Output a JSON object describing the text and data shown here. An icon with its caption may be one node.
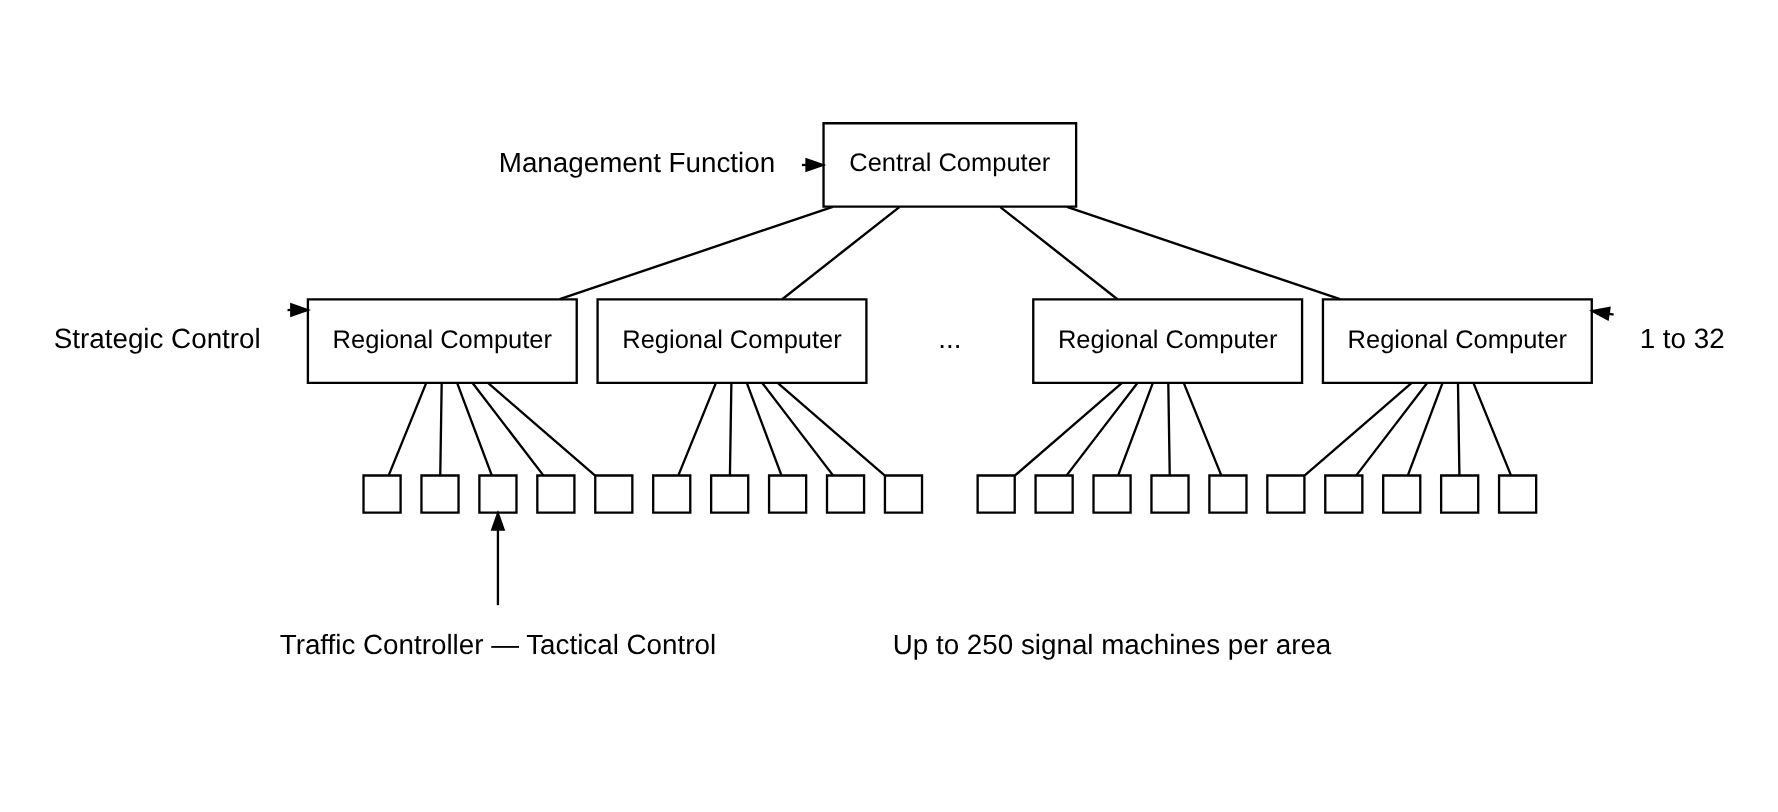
{
  "diagram": {
    "nodes": [
      {
        "text": [
          "Management Function"
        ]
      },
      {
        "text": [
          "Central Computer"
        ]
      },
      {
        "text": [
          "Strategic Control"
        ]
      },
      {
        "text": [
          "Regional Computer"
        ]
      },
      {
        "text": [
          "Regional Computer"
        ]
      },
      {
        "text": [
          "Regional Computer"
        ]
      },
      {
        "text": [
          "Regional Computer"
        ]
      },
      {
        "text": [
          "1 to 32"
        ]
      },
      {
        "text": [],
        "shape": "box"
      },
      {
        "text": [],
        "shape": "box"
      },
      {
        "text": [],
        "shape": "box"
      },
      {
        "text": [],
        "shape": "box"
      },
      {
        "text": [],
        "shape": "box"
      },
      {
        "text": [],
        "shape": "box"
      },
      {
        "text": [],
        "shape": "box"
      },
      {
        "text": [],
        "shape": "box"
      },
      {
        "text": [],
        "shape": "box"
      },
      {
        "text": [],
        "shape": "box"
      },
      {
        "text": [],
        "shape": "box"
      },
      {
        "text": [],
        "shape": "box"
      },
      {
        "text": [],
        "shape": "box"
      },
      {
        "text": [],
        "shape": "box"
      },
      {
        "text": [],
        "shape": "box"
      },
      {
        "text": [],
        "shape": "box"
      },
      {
        "text": [],
        "shape": "box"
      },
      {
        "text": [],
        "shape": "box"
      },
      {
        "text": [],
        "shape": "box"
      },
      {
        "text": [],
        "shape": "box"
      },
      {
        "text": [
          "Traffic Controller — Tactical Control"
        ]
      }
    ],
    "edges": [
      {
        "from": 0,
        "to": 1,
        "arrow": "to"
      },
      {
        "from": 1,
        "to": 3,
        "arrow": "none"
      },
      {
        "from": 1,
        "to": 4,
        "arrow": "none"
      },
      {
        "from": 1,
        "to": 5,
        "arrow": "none"
      },
      {
        "from": 1,
        "to": 6,
        "arrow": "none"
      },
      {
        "from": 2,
        "to": 3,
        "arrow": "to"
      },
      {
        "from": 7,
        "to": 6,
        "arrow": "to"
      },
      {
        "from": 3,
        "to": 8,
        "arrow": "none"
      },
      {
        "from": 3,
        "to": 9,
        "arrow": "none"
      },
      {
        "from": 3,
        "to": 10,
        "arrow": "none"
      },
      {
        "from": 3,
        "to": 11,
        "arrow": "none"
      },
      {
        "from": 3,
        "to": 12,
        "arrow": "none"
      },
      {
        "from": 4,
        "to": 13,
        "arrow": "none"
      },
      {
        "from": 4,
        "to": 14,
        "arrow": "none"
      },
      {
        "from": 4,
        "to": 15,
        "arrow": "none"
      },
      {
        "from": 4,
        "to": 16,
        "arrow": "none"
      },
      {
        "from": 4,
        "to": 17,
        "arrow": "none"
      },
      {
        "from": 5,
        "to": 18,
        "arrow": "none"
      },
      {
        "from": 5,
        "to": 19,
        "arrow": "none"
      },
      {
        "from": 5,
        "to": 20,
        "arrow": "none"
      },
      {
        "from": 5,
        "to": 21,
        "arrow": "none"
      },
      {
        "from": 5,
        "to": 22,
        "arrow": "none"
      },
      {
        "from": 6,
        "to": 23,
        "arrow": "none"
      },
      {
        "from": 6,
        "to": 24,
        "arrow": "none"
      },
      {
        "from": 6,
        "to": 25,
        "arrow": "none"
      },
      {
        "from": 6,
        "to": 26,
        "arrow": "none"
      },
      {
        "from": 6,
        "to": 27,
        "arrow": "none"
      },
      {
        "from": 28,
        "to": 10,
        "arrow": "to"
      }
    ],
    "labels": [
      "...",
      "Up to 250 signal machines per area"
    ]
  }
}
